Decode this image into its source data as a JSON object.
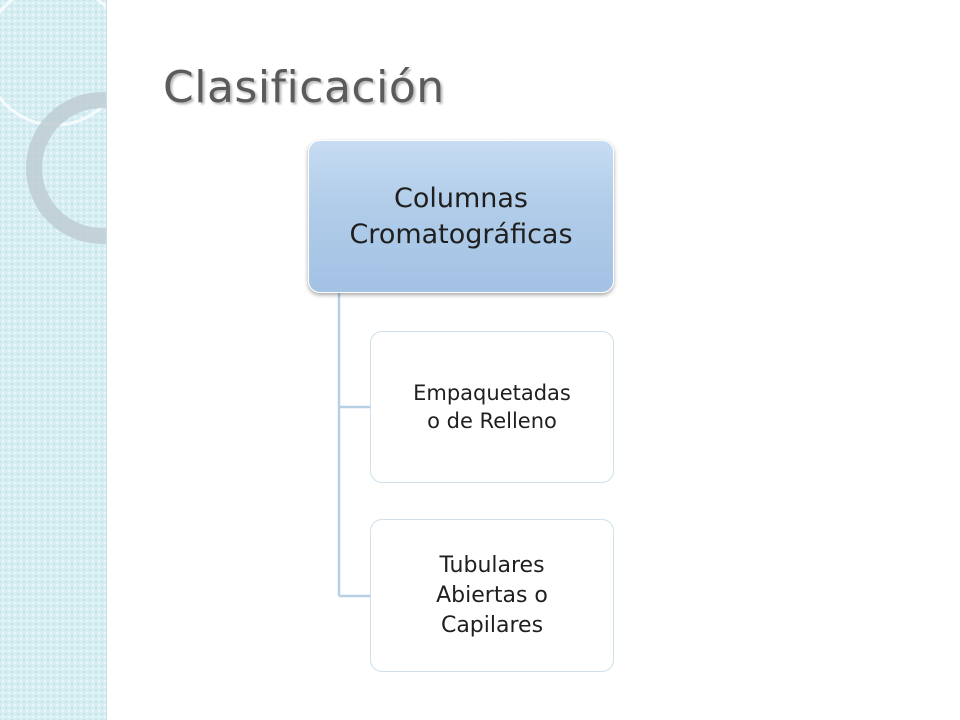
{
  "slide": {
    "title": "Clasificación"
  },
  "diagram": {
    "root": {
      "label": "Columnas\nCromatográficas"
    },
    "children": [
      {
        "label": "Empaquetadas\no de Relleno"
      },
      {
        "label": "Tubulares\nAbiertas o\nCapilares"
      }
    ]
  },
  "colors": {
    "root_fill": "#b0cce9",
    "connector": "#b8d0e6",
    "band": "#d7eef3",
    "title": "#5b5b5b"
  }
}
